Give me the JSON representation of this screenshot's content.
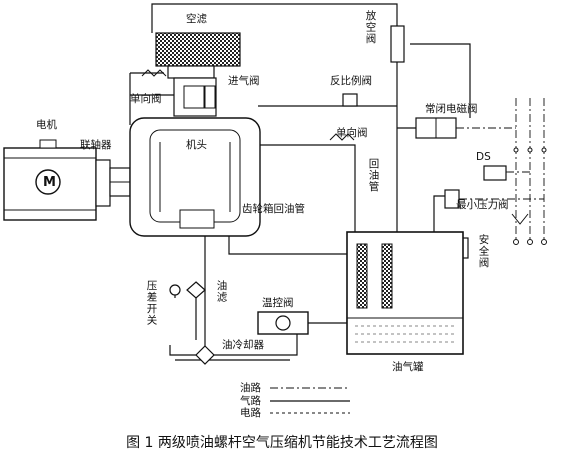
{
  "labels": {
    "air_filter": "空滤",
    "vent_valve": "放空阀",
    "intake_valve": "进气阀",
    "check_valve_top": "单向阀",
    "motor": "电机",
    "coupling": "联轴器",
    "airend": "机头",
    "inverse_proportional_valve": "反比例阀",
    "check_valve_right": "单向阀",
    "nc_solenoid_valve": "常闭电磁阀",
    "oil_return_pipe": "回油管",
    "gearbox_return_pipe": "齿轮箱回油管",
    "ds": "DS",
    "min_pressure_valve": "最小压力阀",
    "safety_valve": "安全阀",
    "pressure_switch": "压差开关",
    "oil_filter": "油滤",
    "thermostatic_valve": "温控阀",
    "oil_cooler": "油冷却器",
    "oil_gas_tank": "油气罐",
    "motor_symbol": "M"
  },
  "legend": {
    "oil_line": "油路",
    "gas_line": "气路",
    "electric_line": "电路"
  },
  "caption": "图 1 两级喷油螺杆空气压缩机节能技术工艺流程图"
}
